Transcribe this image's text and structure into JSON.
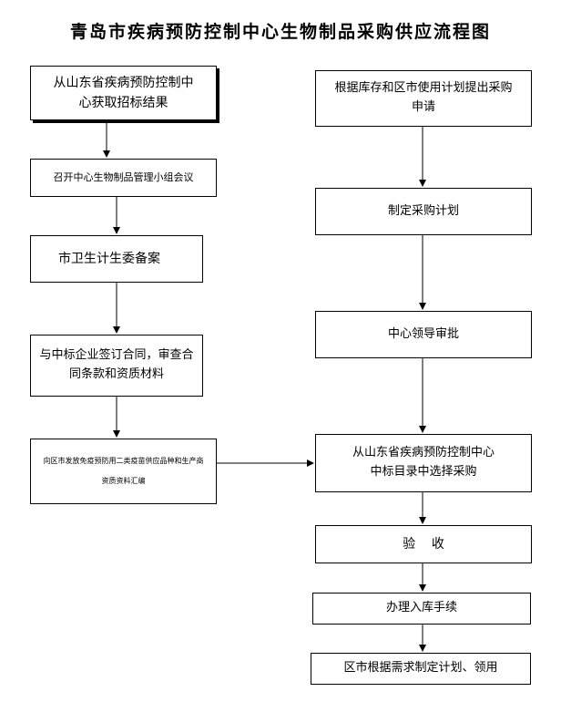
{
  "title": "青岛市疾病预防控制中心生物制品采购供应流程图",
  "left_steps": [
    {
      "text": "从山东省疾病预防控制中心获取招标结果"
    },
    {
      "text": "召开中心生物制品管理小组会议"
    },
    {
      "text": "市卫生计生委备案"
    },
    {
      "text": "与中标企业签订合同，审查合同条款和资质材料"
    },
    {
      "text": "向区市发放免疫预防用二类疫苗供应品种和生产商资质资料汇编"
    }
  ],
  "right_steps": [
    {
      "text": "根据库存和区市使用计划提出采购申请"
    },
    {
      "text": "制定采购计划"
    },
    {
      "text": "中心领导审批"
    },
    {
      "text": "从山东省疾病预防控制中心中标目录中选择采购"
    },
    {
      "text": "验    收"
    },
    {
      "text": "办理入库手续"
    },
    {
      "text": "区市根据需求制定计划、领用"
    }
  ]
}
